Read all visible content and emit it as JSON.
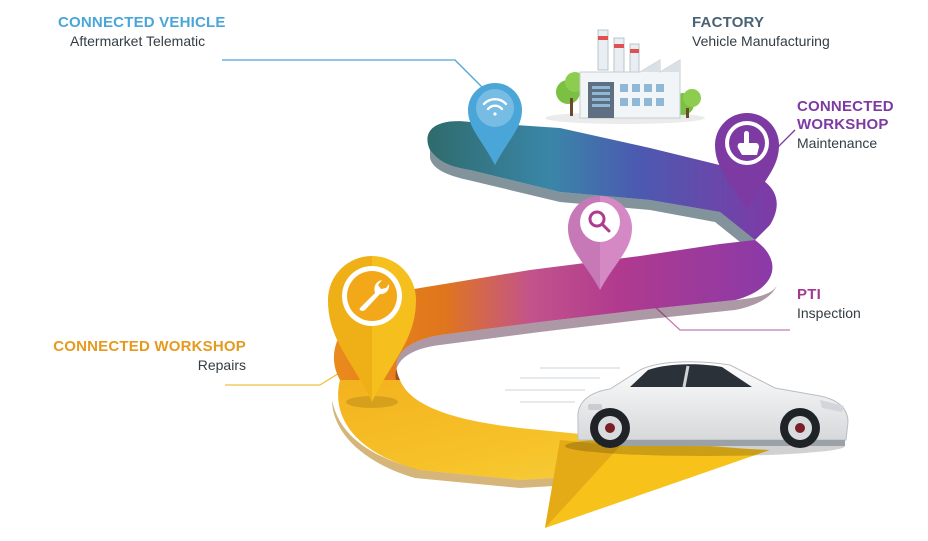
{
  "stages": [
    {
      "id": "connected-vehicle",
      "title": "CONNECTED VEHICLE",
      "subtitle": "Aftermarket Telematic",
      "color": "#4aa6d8",
      "icon": "wifi-icon"
    },
    {
      "id": "factory",
      "title": "FACTORY",
      "subtitle": "Vehicle Manufacturing",
      "color": "#4a6275",
      "icon": "factory-icon"
    },
    {
      "id": "connected-workshop-maintenance",
      "title_lines": [
        "CONNECTED",
        "WORKSHOP"
      ],
      "subtitle": "Maintenance",
      "color": "#7d3aa3",
      "icon": "hand-pointer-icon"
    },
    {
      "id": "pti",
      "title": "PTI",
      "subtitle": "Inspection",
      "color": "#a23a93",
      "icon": "magnifier-icon"
    },
    {
      "id": "connected-workshop-repairs",
      "title": "CONNECTED WORKSHOP",
      "subtitle": "Repairs",
      "color": "#e59a1f",
      "icon": "wrench-icon"
    }
  ],
  "road_colors": {
    "teal": "#3d8a86",
    "blue": "#3e8fd0",
    "indigo": "#5a4fb0",
    "purple": "#8a3aa8",
    "magenta": "#b03a8e",
    "orange": "#e0761c",
    "yellow": "#f3b21f",
    "arrow": "#f7c21a"
  },
  "vehicle": {
    "icon": "car-icon",
    "color": "#f2f2f2"
  }
}
